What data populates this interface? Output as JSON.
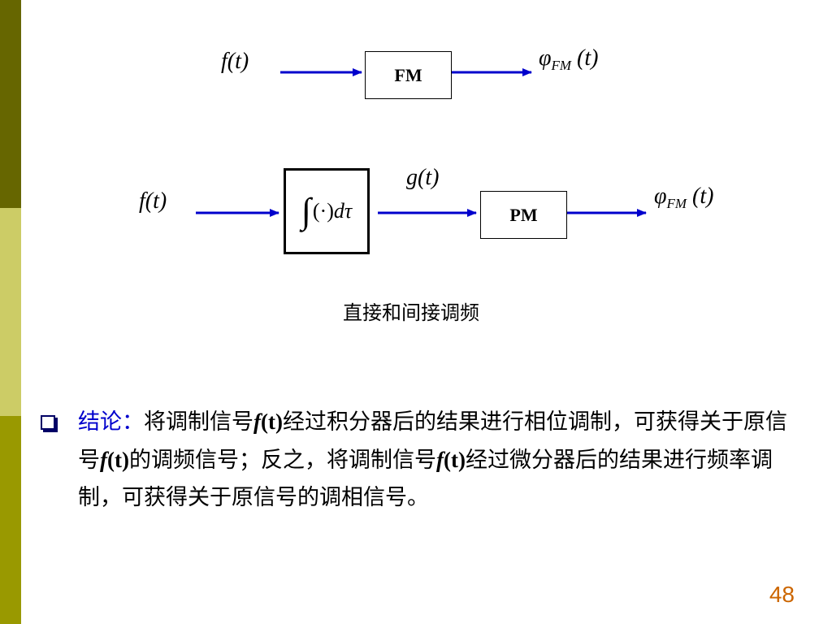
{
  "diagram": {
    "top": {
      "input": "f(t)",
      "block": "FM",
      "output_symbol": "φ",
      "output_sub": "FM",
      "output_arg": "(t)"
    },
    "bottom": {
      "input": "f(t)",
      "integrator": {
        "integral": "∫",
        "dot": "(·)",
        "d": "d",
        "tau": "τ"
      },
      "intermediate": "g(t)",
      "block": "PM",
      "output_symbol": "φ",
      "output_sub": "FM",
      "output_arg": "(t)"
    },
    "caption": "直接和间接调频"
  },
  "conclusion": {
    "label": "结论：",
    "seg1": "将调制信号",
    "f1": "f",
    "t1": "(t)",
    "seg2": "经过积分器后的结果进行相位调制，可获得关于原信号",
    "f2": "f",
    "t2": "(t)",
    "seg3": "的调频信号；反之，将调制信号",
    "f3": "f",
    "t3": "(t)",
    "seg4": "经过微分器后的结果进行频率调制，可获得关于原信号的调相信号。"
  },
  "page_number": "48",
  "colors": {
    "arrow": "#0000cc",
    "label_blue": "#0000cc",
    "page_number": "#cc6600",
    "bar_top": "#666600",
    "bar_mid": "#cccc66",
    "bar_bottom": "#999900"
  }
}
